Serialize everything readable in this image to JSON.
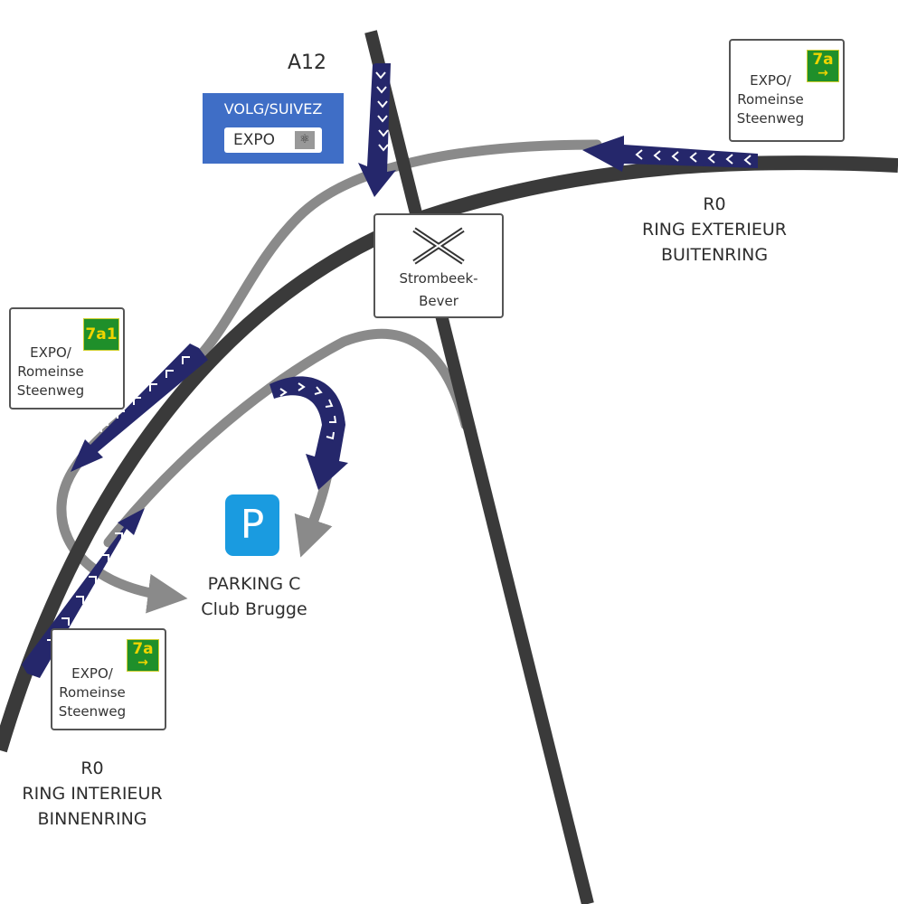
{
  "roads": {
    "a12": "A12",
    "ring_exterior": [
      "R0",
      "RING EXTERIEUR",
      "BUITENRING"
    ],
    "ring_interior": [
      "R0",
      "RING INTERIEUR",
      "BINNENRING"
    ]
  },
  "follow_sign": {
    "heading": "VOLG/SUIVEZ",
    "destination": "EXPO",
    "icon": "expo-atomium-icon"
  },
  "junction_sign": {
    "line1": "Strombeek-",
    "line2": "Bever",
    "icon": "interchange-icon"
  },
  "exit_signs": [
    {
      "exit": "7a",
      "lines": [
        "EXPO/",
        "Romeinse",
        "Steenweg"
      ]
    },
    {
      "exit": "7a1",
      "lines": [
        "EXPO/",
        "Romeinse",
        "Steenweg"
      ]
    },
    {
      "exit": "7a",
      "lines": [
        "EXPO/",
        "Romeinse",
        "Steenweg"
      ]
    }
  ],
  "parking": {
    "symbol": "P",
    "line1": "PARKING C",
    "line2": "Club Brugge"
  },
  "colors": {
    "main_road": "#3a3a3a",
    "ramp": "#8a8a8a",
    "route_arrow": "#25276b",
    "follow_sign_bg": "#3f6ec6",
    "parking": "#1a9be0",
    "exit_badge": "#1f8f2a",
    "exit_text": "#f0d400"
  }
}
